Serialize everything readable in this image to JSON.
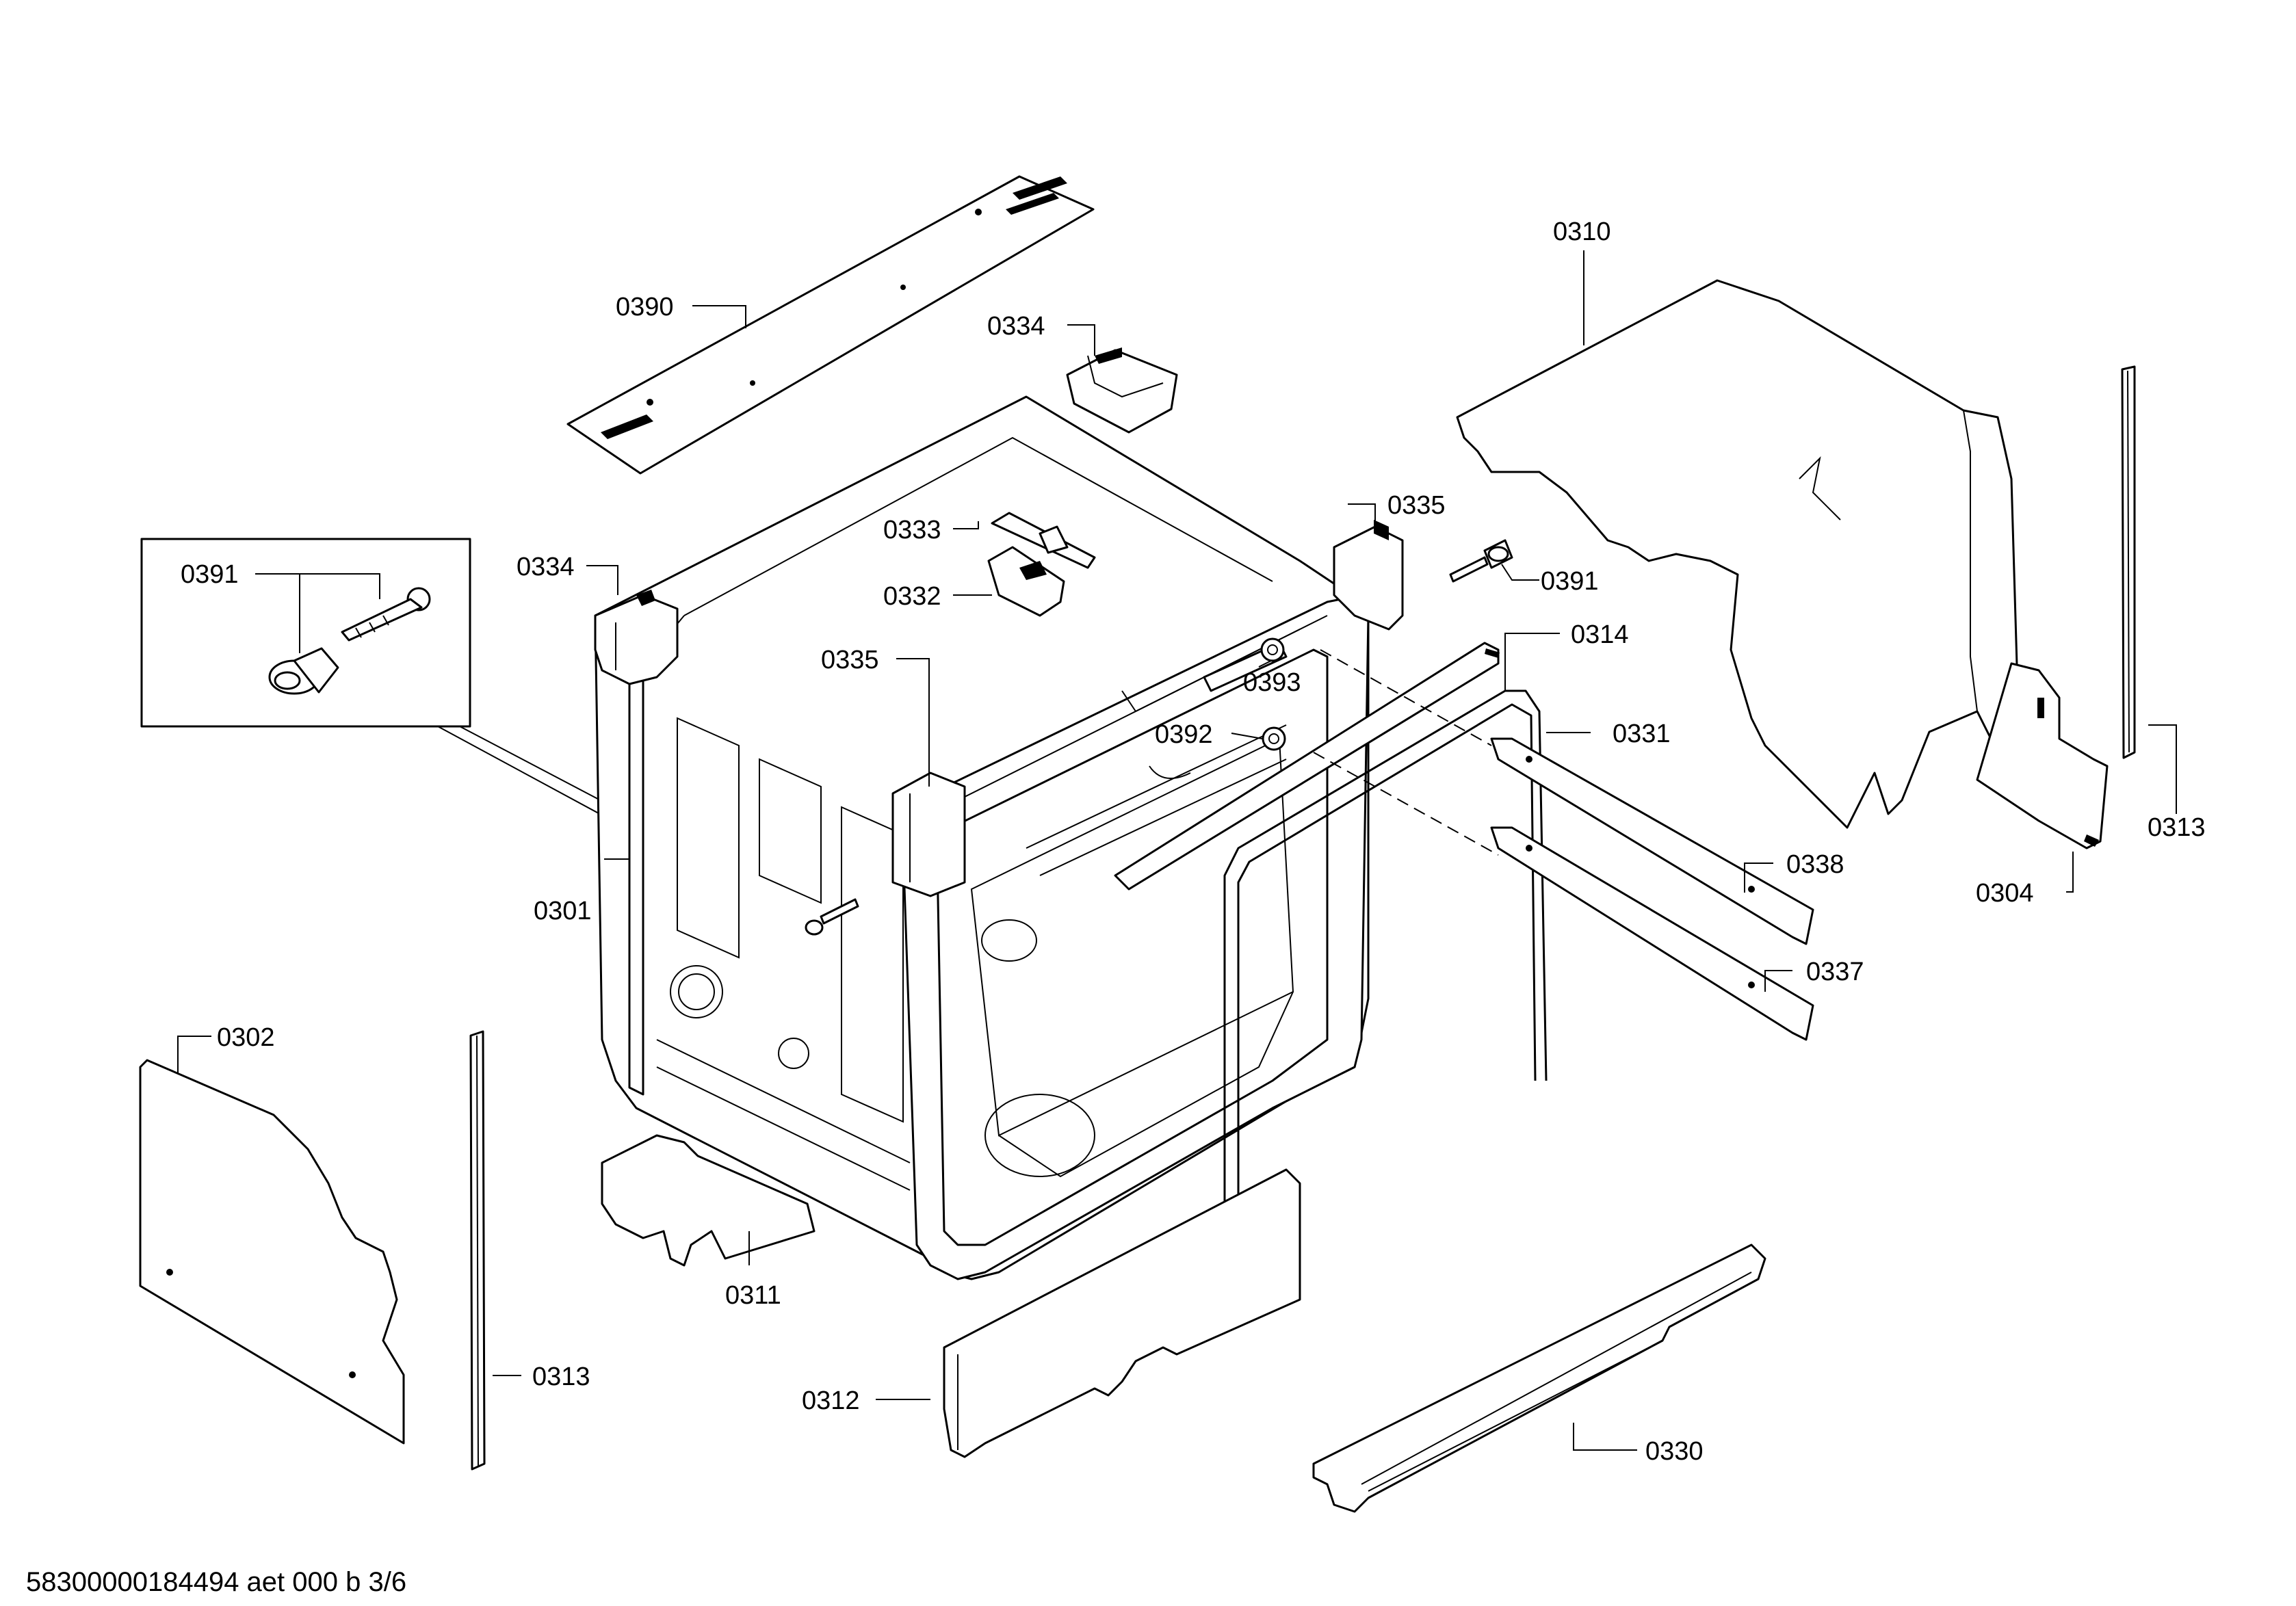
{
  "document_id": "58300000184494 aet 000 b 3/6",
  "labels": {
    "p0390": "0390",
    "p0334_top": "0334",
    "p0310": "0310",
    "p0391_inset": "0391",
    "p0334_left": "0334",
    "p0333": "0333",
    "p0335_top": "0335",
    "p0332": "0332",
    "p0391_right": "0391",
    "p0335_mid": "0335",
    "p0314": "0314",
    "p0393": "0393",
    "p0331": "0331",
    "p0392": "0392",
    "p0301": "0301",
    "p0338": "0338",
    "p0313_right": "0313",
    "p0304": "0304",
    "p0337": "0337",
    "p0302": "0302",
    "p0311": "0311",
    "p0313_left": "0313",
    "p0312": "0312",
    "p0330": "0330"
  }
}
